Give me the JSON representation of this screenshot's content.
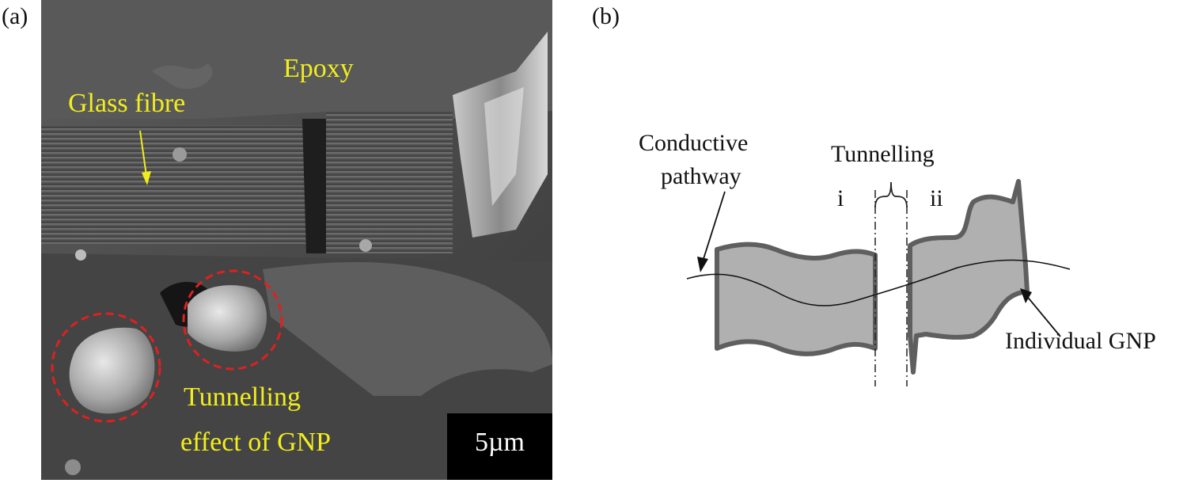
{
  "panels": {
    "a": "(a)",
    "b": "(b)"
  },
  "sem": {
    "labels": {
      "epoxy": "Epoxy",
      "glass_fibre": "Glass fibre",
      "tunnelling_line1": "Tunnelling",
      "tunnelling_line2": "effect of GNP"
    },
    "scale_bar": "5µm",
    "colors": {
      "label": "#f2ee1d",
      "circle": "#e02020",
      "arrow": "#f2ee1d"
    }
  },
  "schematic": {
    "labels": {
      "conductive_line1": "Conductive",
      "conductive_line2": "pathway",
      "tunnelling": "Tunnelling",
      "region_i": "i",
      "region_ii": "ii",
      "individual_gnp": "Individual GNP"
    },
    "colors": {
      "gnp_fill": "#b0b0b0",
      "gnp_stroke": "#5f5f5f"
    }
  }
}
